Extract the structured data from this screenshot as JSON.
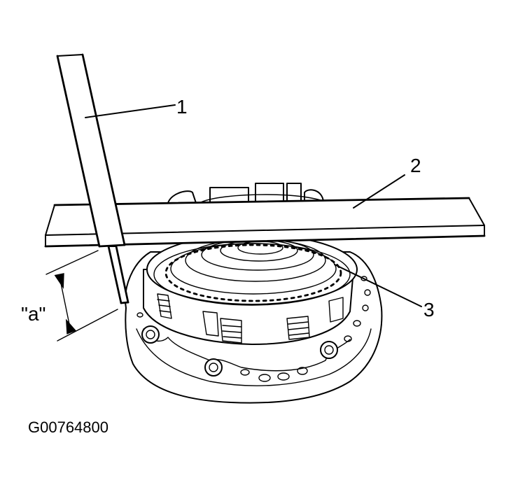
{
  "labels": {
    "callout_1": "1",
    "callout_2": "2",
    "callout_3": "3",
    "dimension_a": "\"a\""
  },
  "figure_id": "G00764800",
  "colors": {
    "line": "#000000",
    "background": "#ffffff"
  }
}
